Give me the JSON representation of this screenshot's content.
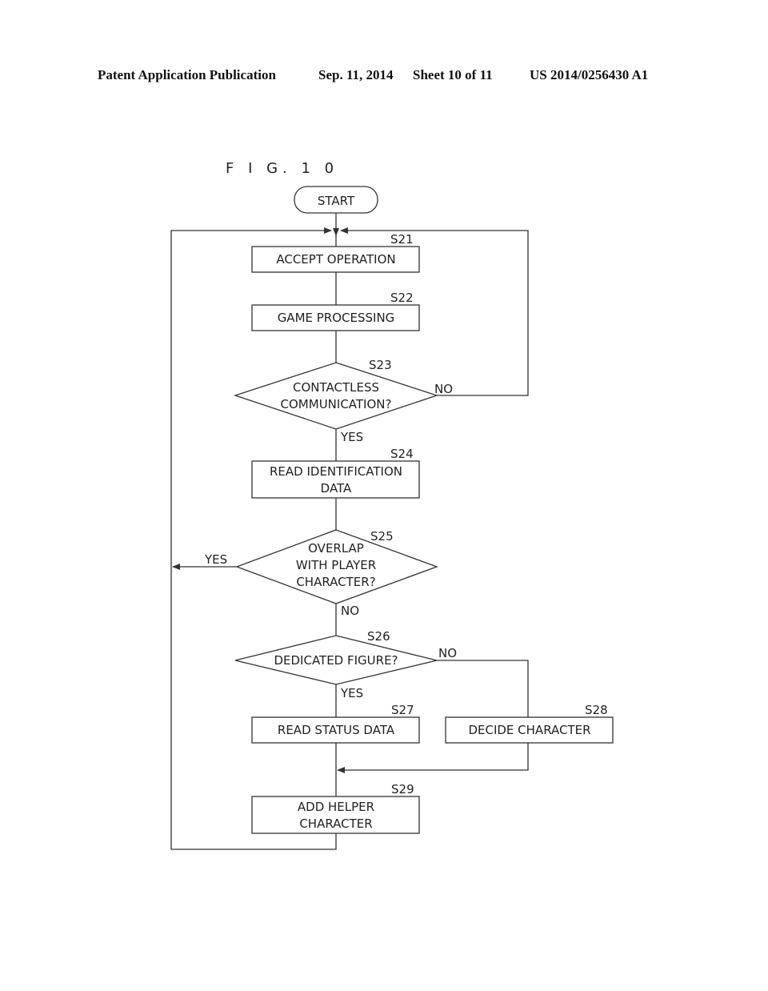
{
  "header": {
    "publication": "Patent Application Publication",
    "date": "Sep. 11, 2014",
    "sheet": "Sheet 10 of 11",
    "number": "US 2014/0256430 A1"
  },
  "figure": {
    "title": "F I G. 1 0",
    "start_label": "START",
    "steps": {
      "s21": {
        "id": "S21",
        "lines": [
          "ACCEPT OPERATION"
        ]
      },
      "s22": {
        "id": "S22",
        "lines": [
          "GAME PROCESSING"
        ]
      },
      "s23": {
        "id": "S23",
        "lines": [
          "CONTACTLESS",
          "COMMUNICATION?"
        ]
      },
      "s24": {
        "id": "S24",
        "lines": [
          "READ IDENTIFICATION",
          "DATA"
        ]
      },
      "s25": {
        "id": "S25",
        "lines": [
          "OVERLAP",
          "WITH PLAYER",
          "CHARACTER?"
        ]
      },
      "s26": {
        "id": "S26",
        "lines": [
          "DEDICATED FIGURE?"
        ]
      },
      "s27": {
        "id": "S27",
        "lines": [
          "READ STATUS DATA"
        ]
      },
      "s28": {
        "id": "S28",
        "lines": [
          "DECIDE CHARACTER"
        ]
      },
      "s29": {
        "id": "S29",
        "lines": [
          "ADD HELPER",
          "CHARACTER"
        ]
      }
    },
    "branches": {
      "s23_no": "NO",
      "s23_yes": "YES",
      "s25_yes": "YES",
      "s25_no": "NO",
      "s26_no": "NO",
      "s26_yes": "YES"
    }
  }
}
